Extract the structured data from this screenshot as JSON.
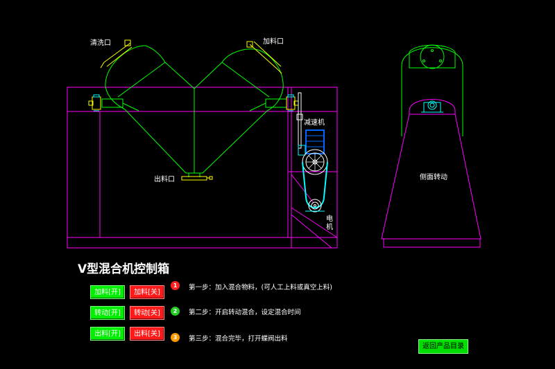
{
  "labels": {
    "wash_port": "清洗口",
    "feed_port": "加料口",
    "reducer": "减速机",
    "discharge_port": "出料口",
    "motor": "电机",
    "side_rotation": "侧面转动"
  },
  "panel": {
    "title": "V型混合机控制箱",
    "buttons": {
      "feed_on": "加料[开]",
      "feed_off": "加料[关]",
      "rotate_on": "转动[开]",
      "rotate_off": "转动[关]",
      "discharge_on": "出料[开]",
      "discharge_off": "出料[关]"
    },
    "steps": [
      {
        "num": "1",
        "text": "第一步：加入混合物料，(可人工上料或真空上料)",
        "color": "#ff2020"
      },
      {
        "num": "2",
        "text": "第二步：开启转动混合，设定混合时间",
        "color": "#22cc22"
      },
      {
        "num": "3",
        "text": "第三步：混合完毕，打开蝶阀出料",
        "color": "#ff9900"
      }
    ],
    "back_button": "返回产品目录"
  },
  "colors": {
    "frame": "#ff00ff",
    "vessel": "#00ff00",
    "on_button": "#00ee00",
    "off_button": "#ff1a1a"
  }
}
